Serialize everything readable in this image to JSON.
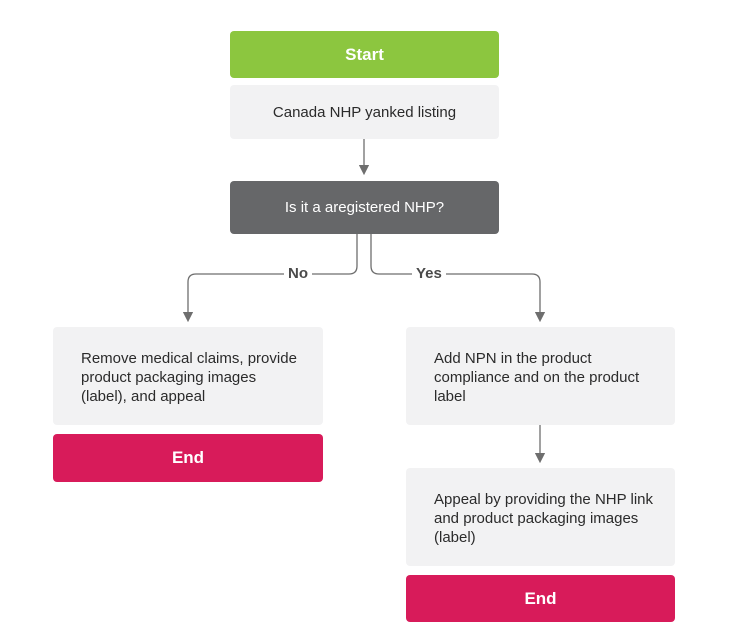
{
  "flowchart": {
    "start": "Start",
    "trigger": "Canada NHP yanked listing",
    "decision": "Is it a aregistered NHP?",
    "branches": {
      "no_label": "No",
      "yes_label": "Yes"
    },
    "no_branch": {
      "step": "Remove medical claims, provide product packaging images (label), and appeal",
      "end": "End"
    },
    "yes_branch": {
      "step1": "Add NPN in the product compliance and on the product label",
      "step2": "Appeal by providing the NHP link and product packaging images (label)",
      "end": "End"
    }
  },
  "colors": {
    "start": "#8cc63f",
    "end": "#d81b5a",
    "decision": "#666769",
    "step": "#f2f2f3",
    "connector": "#6e6e6e"
  }
}
